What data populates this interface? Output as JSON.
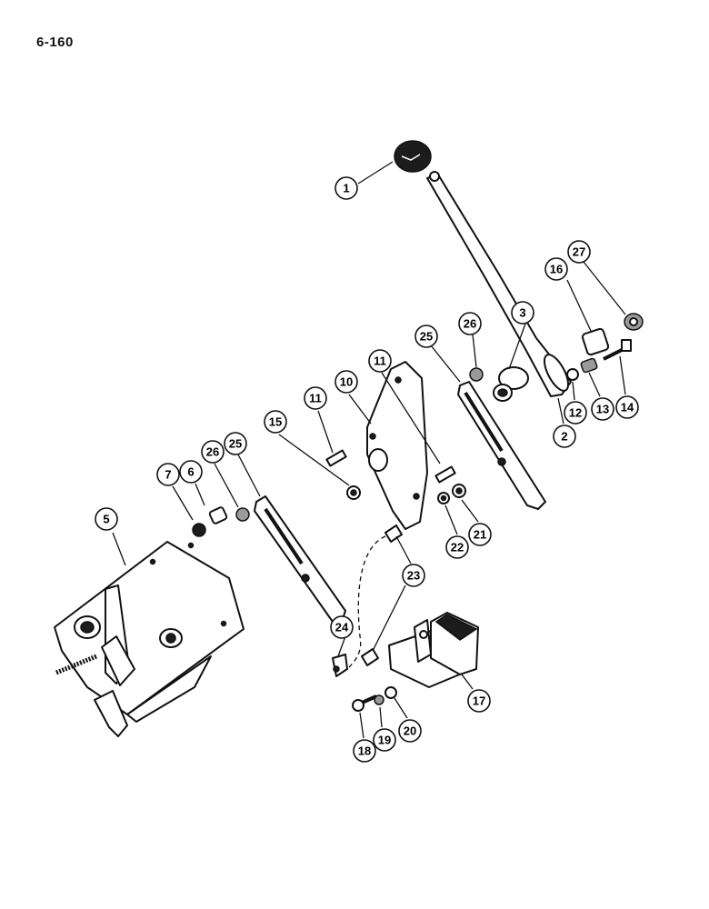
{
  "page": {
    "number": "6-160"
  },
  "callouts": [
    {
      "id": "c1",
      "label": "1"
    },
    {
      "id": "c2",
      "label": "2"
    },
    {
      "id": "c3",
      "label": "3"
    },
    {
      "id": "c5",
      "label": "5"
    },
    {
      "id": "c6",
      "label": "6"
    },
    {
      "id": "c7",
      "label": "7"
    },
    {
      "id": "c10",
      "label": "10"
    },
    {
      "id": "c11a",
      "label": "11"
    },
    {
      "id": "c11b",
      "label": "11"
    },
    {
      "id": "c12",
      "label": "12"
    },
    {
      "id": "c13",
      "label": "13"
    },
    {
      "id": "c14",
      "label": "14"
    },
    {
      "id": "c15",
      "label": "15"
    },
    {
      "id": "c16",
      "label": "16"
    },
    {
      "id": "c17",
      "label": "17"
    },
    {
      "id": "c18",
      "label": "18"
    },
    {
      "id": "c19",
      "label": "19"
    },
    {
      "id": "c20",
      "label": "20"
    },
    {
      "id": "c21",
      "label": "21"
    },
    {
      "id": "c22",
      "label": "22"
    },
    {
      "id": "c23",
      "label": "23"
    },
    {
      "id": "c24",
      "label": "24"
    },
    {
      "id": "c25a",
      "label": "25"
    },
    {
      "id": "c25b",
      "label": "25"
    },
    {
      "id": "c26a",
      "label": "26"
    },
    {
      "id": "c26b",
      "label": "26"
    },
    {
      "id": "c27",
      "label": "27"
    }
  ]
}
